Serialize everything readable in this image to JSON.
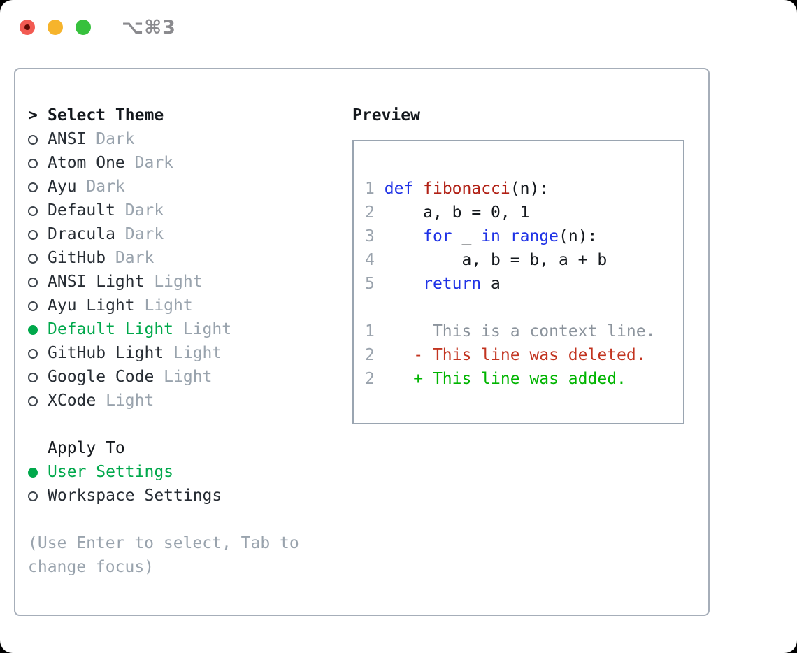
{
  "window": {
    "title": "⌥⌘3",
    "traffic_lights": [
      {
        "name": "close"
      },
      {
        "name": "minimize"
      },
      {
        "name": "zoom"
      }
    ]
  },
  "theme_picker": {
    "header": {
      "prompt": ">",
      "label": "Select Theme"
    },
    "items": [
      {
        "label": "ANSI",
        "variant": "Dark",
        "selected": false
      },
      {
        "label": "Atom One",
        "variant": "Dark",
        "selected": false
      },
      {
        "label": "Ayu",
        "variant": "Dark",
        "selected": false
      },
      {
        "label": "Default",
        "variant": "Dark",
        "selected": false
      },
      {
        "label": "Dracula",
        "variant": "Dark",
        "selected": false
      },
      {
        "label": "GitHub",
        "variant": "Dark",
        "selected": false
      },
      {
        "label": "ANSI Light",
        "variant": "Light",
        "selected": false
      },
      {
        "label": "Ayu Light",
        "variant": "Light",
        "selected": false
      },
      {
        "label": "Default Light",
        "variant": "Light",
        "selected": true
      },
      {
        "label": "GitHub Light",
        "variant": "Light",
        "selected": false
      },
      {
        "label": "Google Code",
        "variant": "Light",
        "selected": false
      },
      {
        "label": "XCode",
        "variant": "Light",
        "selected": false
      }
    ],
    "apply_to": {
      "label": "Apply To",
      "options": [
        {
          "label": "User Settings",
          "selected": true
        },
        {
          "label": "Workspace Settings",
          "selected": false
        }
      ]
    },
    "hint": "(Use Enter to select, Tab to change focus)"
  },
  "preview": {
    "label": "Preview",
    "code_lines": [
      [],
      [
        {
          "n": "1"
        },
        {
          "t": " ",
          "c": "plain"
        },
        {
          "t": "def",
          "c": "keyword"
        },
        {
          "t": " ",
          "c": "plain"
        },
        {
          "t": "fibonacci",
          "c": "function"
        },
        {
          "t": "(n):",
          "c": "plain"
        }
      ],
      [
        {
          "n": "2"
        },
        {
          "t": "     a, b = 0, 1",
          "c": "plain"
        }
      ],
      [
        {
          "n": "3"
        },
        {
          "t": "     ",
          "c": "plain"
        },
        {
          "t": "for",
          "c": "keyword"
        },
        {
          "t": " _ ",
          "c": "plain"
        },
        {
          "t": "in",
          "c": "keyword"
        },
        {
          "t": " ",
          "c": "plain"
        },
        {
          "t": "range",
          "c": "keyword"
        },
        {
          "t": "(n):",
          "c": "plain"
        }
      ],
      [
        {
          "n": "4"
        },
        {
          "t": "         a, b = b, a + b",
          "c": "plain"
        }
      ],
      [
        {
          "n": "5"
        },
        {
          "t": "     ",
          "c": "plain"
        },
        {
          "t": "return",
          "c": "keyword"
        },
        {
          "t": " a",
          "c": "plain"
        }
      ],
      [],
      [
        {
          "n": "1"
        },
        {
          "t": "      This is a context line.",
          "c": "context"
        }
      ],
      [
        {
          "n": "2"
        },
        {
          "t": "    - This line was deleted.",
          "c": "deleted"
        }
      ],
      [
        {
          "n": "2"
        },
        {
          "t": "    + This line was added.",
          "c": "added"
        }
      ]
    ]
  },
  "colors": {
    "text": "#272d34",
    "muted": "#99a3ad",
    "accent_green": "#00a84b",
    "diff_added": "#00b400",
    "diff_deleted": "#c23420",
    "keyword_blue": "#1f32e6",
    "function_red": "#b12015",
    "line_number": "#9aa3ad",
    "context_gray": "#8b939c",
    "panel_border": "#a6aeb9",
    "preview_border": "#9aa5b1",
    "title_gray": "#8a8a8e",
    "traffic_red": "#f25a52",
    "traffic_red_dot": "#5f0a03",
    "traffic_yellow": "#f6b42c",
    "traffic_green": "#37c13d"
  }
}
